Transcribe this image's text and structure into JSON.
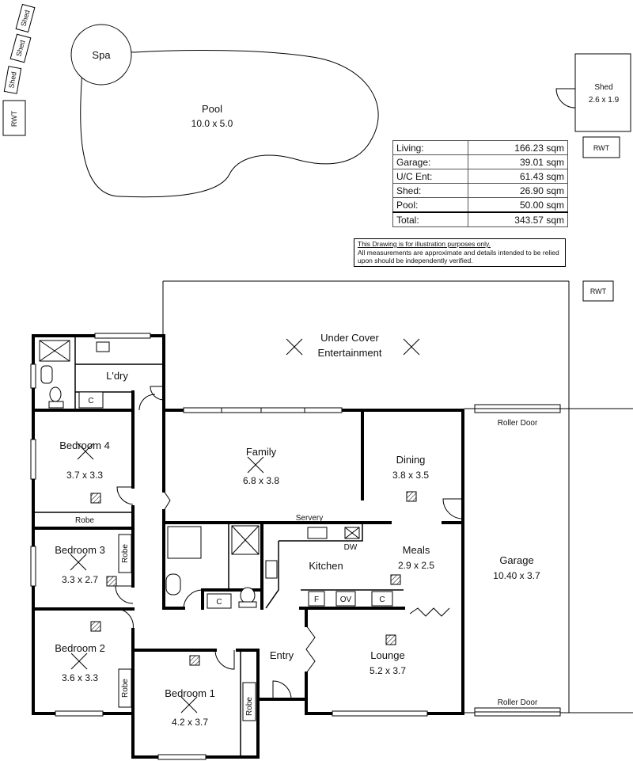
{
  "outdoor": {
    "spa": "Spa",
    "pool_name": "Pool",
    "pool_dim": "10.0 x 5.0",
    "shed_small": "Shed",
    "rwt": "RWT",
    "shed_name": "Shed",
    "shed_dim": "2.6 x 1.9"
  },
  "areas": {
    "rows": [
      {
        "label": "Living:",
        "value": "166.23 sqm"
      },
      {
        "label": "Garage:",
        "value": "39.01 sqm"
      },
      {
        "label": "U/C Ent:",
        "value": "61.43 sqm"
      },
      {
        "label": "Shed:",
        "value": "26.90 sqm"
      },
      {
        "label": "Pool:",
        "value": "50.00 sqm"
      }
    ],
    "total_label": "Total:",
    "total_value": "343.57 sqm"
  },
  "disclaimer": {
    "line1": "This Drawing is for illustration purposes only.",
    "line2": "All measurements are approximate and details intended to be relied upon should be independently verified."
  },
  "rooms": {
    "uc_name1": "Under Cover",
    "uc_name2": "Entertainment",
    "ldry": "L'dry",
    "bed4_name": "Bedroom 4",
    "bed4_dim": "3.7 x 3.3",
    "robe": "Robe",
    "bed3_name": "Bedroom 3",
    "bed3_dim": "3.3 x 2.7",
    "bed2_name": "Bedroom 2",
    "bed2_dim": "3.6 x 3.3",
    "bed1_name": "Bedroom 1",
    "bed1_dim": "4.2 x 3.7",
    "family_name": "Family",
    "family_dim": "6.8 x 3.8",
    "dining_name": "Dining",
    "dining_dim": "3.8 x 3.5",
    "servery": "Servery",
    "kitchen": "Kitchen",
    "meals_name": "Meals",
    "meals_dim": "2.9 x 2.5",
    "entry": "Entry",
    "lounge_name": "Lounge",
    "lounge_dim": "5.2 x 3.7",
    "garage_name": "Garage",
    "garage_dim": "10.40 x 3.7",
    "roller_door": "Roller Door",
    "dw": "DW",
    "ov": "OV",
    "f": "F",
    "c": "C"
  }
}
